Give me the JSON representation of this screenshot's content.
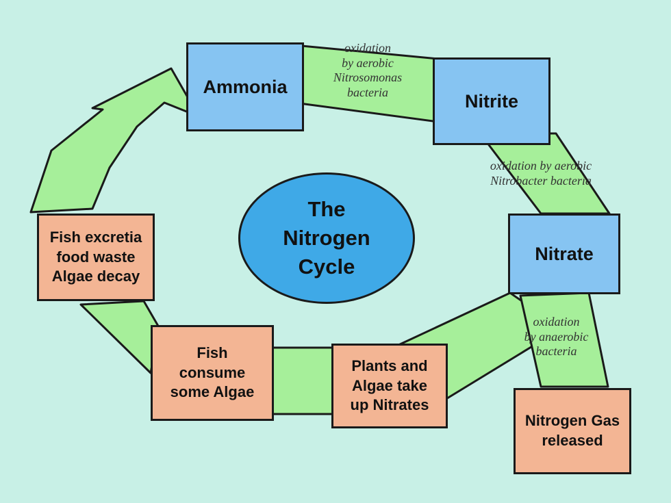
{
  "title": "The\nNitrogen\nCycle",
  "nodes": {
    "ammonia": "Ammonia",
    "nitrite": "Nitrite",
    "nitrate": "Nitrate",
    "fish_excretia": "Fish excretia\nfood waste\nAlgae decay",
    "fish_consume": "Fish\nconsume\nsome Algae",
    "plants_algae": "Plants and\nAlgae take\nup Nitrates",
    "nitrogen_gas": "Nitrogen Gas\nreleased"
  },
  "annotations": {
    "nitrosomonas": "oxidation\nby aerobic\nNitrosomonas\nbacteria",
    "nitrobacter": "oxidation by aerobic\nNitrobacter bacteria",
    "anaerobic": "oxidation\nby anaerobic\nbacteria"
  },
  "colors": {
    "background": "#c8f0e6",
    "flow": "#a6ef9a",
    "compound_box": "#86c4f2",
    "process_box": "#f3b594",
    "title_oval": "#3fa9e7"
  }
}
